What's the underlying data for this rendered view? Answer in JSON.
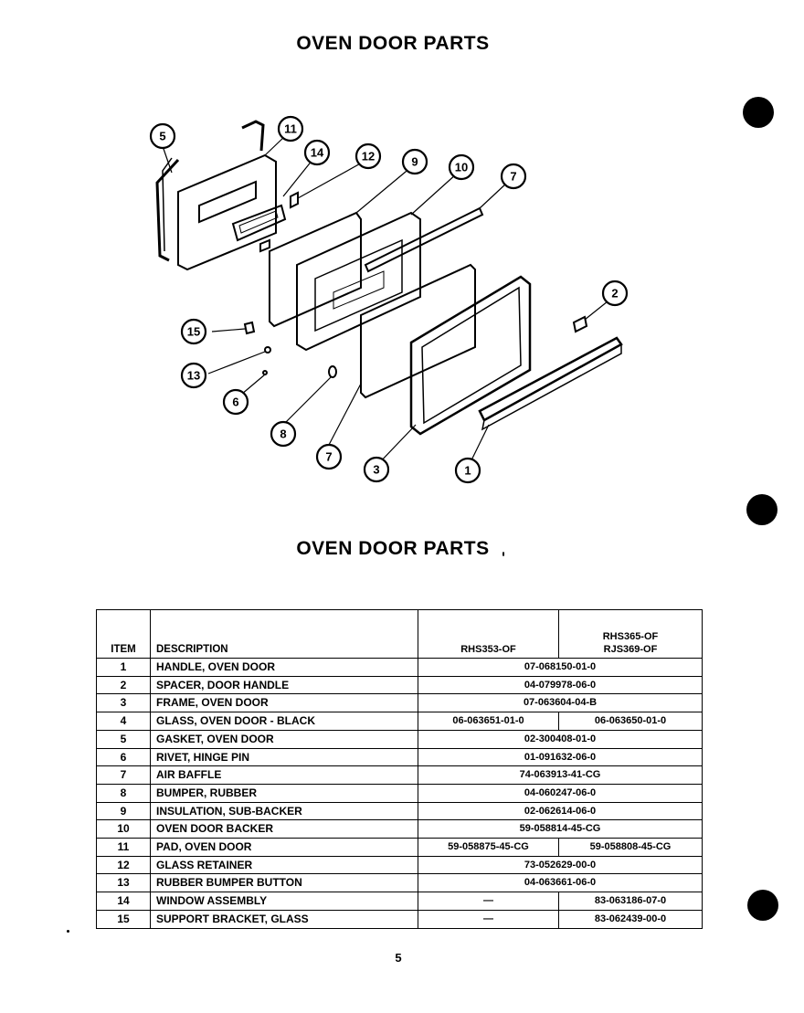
{
  "page": {
    "title_top": "OVEN DOOR PARTS",
    "title_table": "OVEN DOOR PARTS",
    "page_number": "5"
  },
  "diagram": {
    "callouts": [
      "5",
      "11",
      "14",
      "12",
      "9",
      "10",
      "7",
      "2",
      "15",
      "13",
      "6",
      "8",
      "7",
      "3",
      "1"
    ]
  },
  "table": {
    "headers": {
      "item": "ITEM",
      "description": "DESCRIPTION",
      "model_a": "RHS353-OF",
      "model_b_line1": "RHS365-OF",
      "model_b_line2": "RJS369-OF"
    },
    "rows": [
      {
        "item": "1",
        "desc": "HANDLE, OVEN DOOR",
        "both": "07-068150-01-0"
      },
      {
        "item": "2",
        "desc": "SPACER, DOOR HANDLE",
        "both": "04-079978-06-0"
      },
      {
        "item": "3",
        "desc": "FRAME, OVEN DOOR",
        "both": "07-063604-04-B"
      },
      {
        "item": "4",
        "desc": "GLASS, OVEN DOOR - BLACK",
        "a": "06-063651-01-0",
        "b": "06-063650-01-0"
      },
      {
        "item": "5",
        "desc": "GASKET, OVEN DOOR",
        "both": "02-300408-01-0"
      },
      {
        "item": "6",
        "desc": "RIVET, HINGE PIN",
        "both": "01-091632-06-0"
      },
      {
        "item": "7",
        "desc": "AIR BAFFLE",
        "both": "74-063913-41-CG"
      },
      {
        "item": "8",
        "desc": "BUMPER, RUBBER",
        "both": "04-060247-06-0"
      },
      {
        "item": "9",
        "desc": "INSULATION, SUB-BACKER",
        "both": "02-062614-06-0"
      },
      {
        "item": "10",
        "desc": "OVEN DOOR BACKER",
        "both": "59-058814-45-CG"
      },
      {
        "item": "11",
        "desc": "PAD, OVEN DOOR",
        "a": "59-058875-45-CG",
        "b": "59-058808-45-CG"
      },
      {
        "item": "12",
        "desc": "GLASS RETAINER",
        "both": "73-052629-00-0"
      },
      {
        "item": "13",
        "desc": "RUBBER BUMPER BUTTON",
        "both": "04-063661-06-0"
      },
      {
        "item": "14",
        "desc": "WINDOW ASSEMBLY",
        "a": "—",
        "b": "83-063186-07-0"
      },
      {
        "item": "15",
        "desc": "SUPPORT BRACKET, GLASS",
        "a": "—",
        "b": "83-062439-00-0"
      }
    ]
  }
}
